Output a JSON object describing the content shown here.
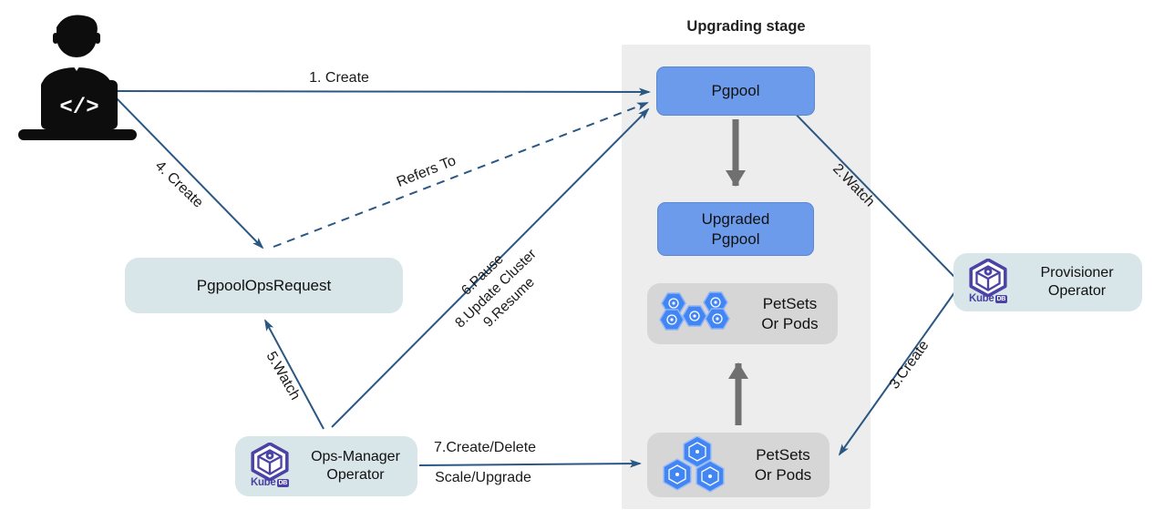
{
  "stage": {
    "title": "Upgrading stage"
  },
  "nodes": {
    "pgpool": {
      "label": "Pgpool"
    },
    "upgraded_pgpool": {
      "label": "Upgraded Pgpool"
    },
    "petsets_top": {
      "label": "PetSets Or Pods"
    },
    "petsets_bottom": {
      "label": "PetSets Or Pods"
    },
    "pgpool_ops_request": {
      "label": "PgpoolOpsRequest"
    },
    "ops_manager": {
      "label": "Ops-Manager Operator",
      "logo_word": "Kube",
      "logo_badge": "DB"
    },
    "provisioner": {
      "label": "Provisioner Operator",
      "logo_word": "Kube",
      "logo_badge": "DB"
    }
  },
  "edges": {
    "create1": {
      "label": "1. Create"
    },
    "watch2": {
      "label": "2.Watch"
    },
    "create3": {
      "label": "3.Create"
    },
    "create4": {
      "label": "4. Create"
    },
    "watch5": {
      "label": "5.Watch"
    },
    "pause6": {
      "label": "6.Pause"
    },
    "update_cluster8": {
      "label": "8.Update Cluster"
    },
    "resume9": {
      "label": "9.Resume"
    },
    "create_delete7": {
      "label": "7.Create/Delete"
    },
    "scale_upgrade7": {
      "label": "Scale/Upgrade"
    },
    "refers_to": {
      "label": "Refers To"
    }
  },
  "icons": {
    "developer": "developer-at-laptop-icon",
    "kubedb": "kubedb-logo",
    "pod": "pod-hexagon-icon"
  },
  "colors": {
    "navy": "#2A5783",
    "accent_blue": "#6C9BEB",
    "accent_blue_border": "#5B87CF",
    "panel_gray": "#EDEDED",
    "node_gray": "#D6D6D6",
    "node_teal": "#D8E5E9",
    "kube_purple": "#4B42A5",
    "pod_blue": "#4285F4",
    "arrow_gray": "#707070",
    "text": "#1A1A1A"
  }
}
